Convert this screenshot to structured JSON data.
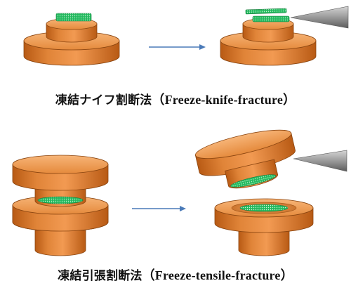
{
  "captions": {
    "top": {
      "jp": "凍結ナイフ割断法",
      "en": "（Freeze-knife-fracture）"
    },
    "bottom": {
      "jp": "凍結引張割断法",
      "en": "（Freeze-tensile-fracture）"
    }
  },
  "colors": {
    "holder_top": "#f0a060",
    "holder_side": "#d8741e",
    "holder_edge": "#8a4510",
    "specimen": "#2ec36a",
    "arrow": "#4a7ab8",
    "knife": "#8e8e8e"
  }
}
